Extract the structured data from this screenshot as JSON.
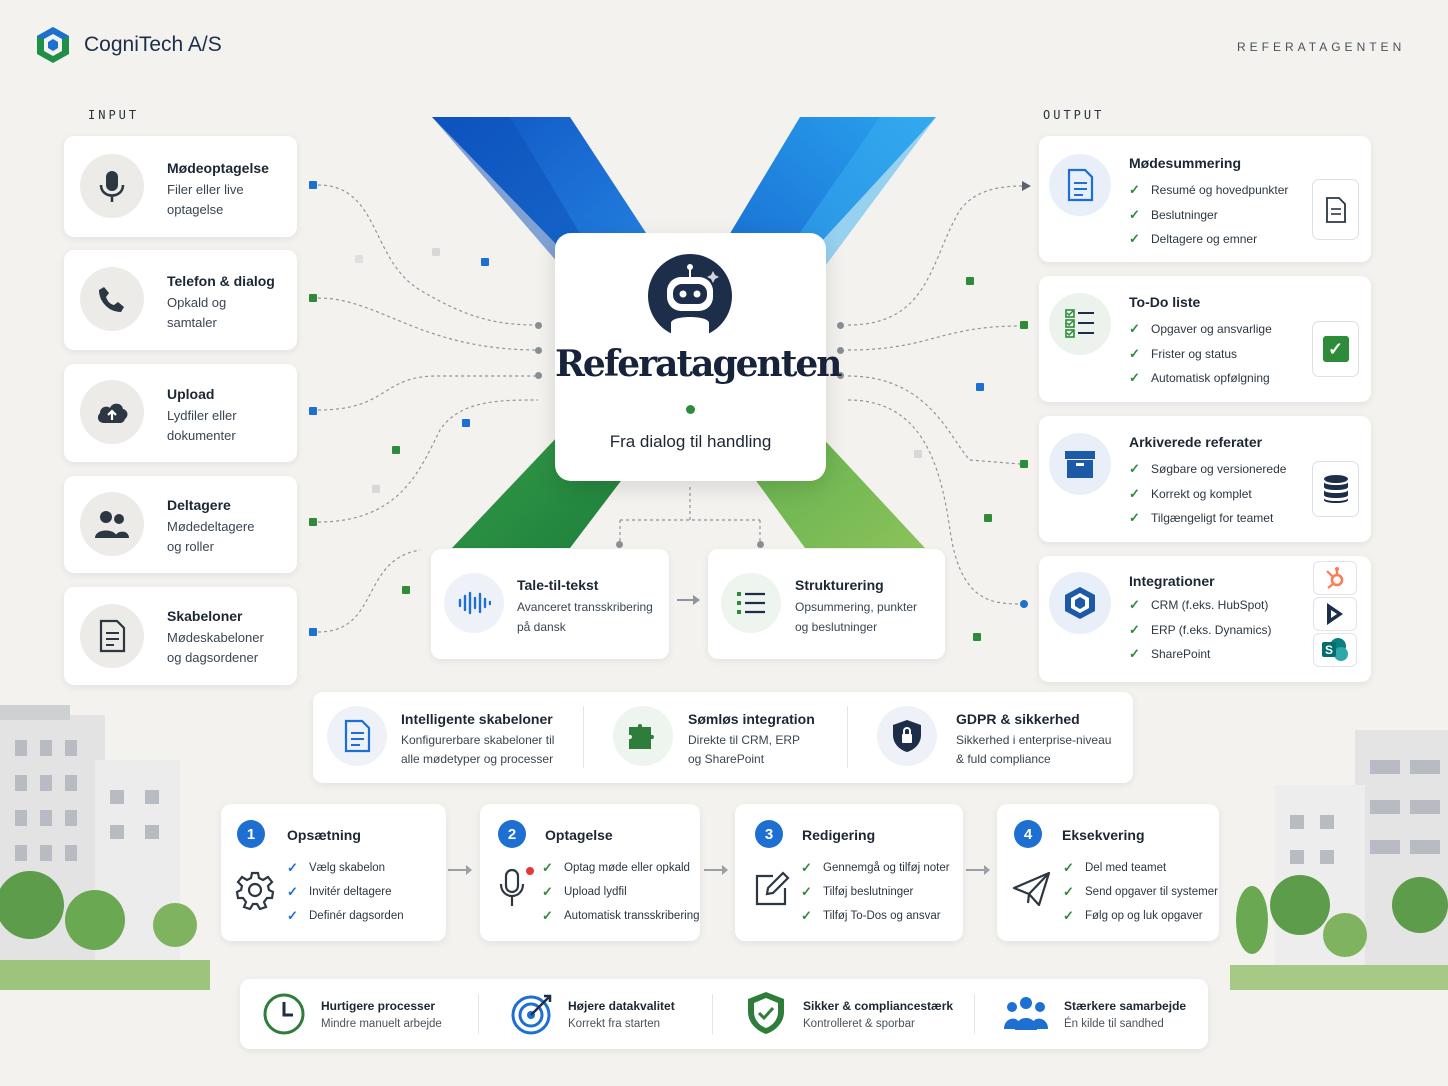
{
  "header": {
    "company": "CogniTech A/S",
    "tagline": "REFERATAGENTEN"
  },
  "input": {
    "label": "INPUT",
    "items": [
      {
        "title": "Mødeoptagelse",
        "desc": "Filer eller live\noptagelse",
        "icon": "microphone-icon"
      },
      {
        "title": "Telefon & dialog",
        "desc": "Opkald og\nsamtaler",
        "icon": "phone-icon"
      },
      {
        "title": "Upload",
        "desc": "Lydfiler eller\ndokumenter",
        "icon": "cloud-upload-icon"
      },
      {
        "title": "Deltagere",
        "desc": "Mødedeltagere\nog roller",
        "icon": "people-icon"
      },
      {
        "title": "Skabeloner",
        "desc": "Mødeskabeloner\nog dagsordener",
        "icon": "document-icon"
      }
    ]
  },
  "center": {
    "title": "Referatagenten",
    "subtitle": "Fra dialog til handling"
  },
  "process": [
    {
      "title": "Tale-til-tekst",
      "desc": "Avanceret transskribering\npå dansk"
    },
    {
      "title": "Strukturering",
      "desc": "Opsummering, punkter\nog beslutninger"
    }
  ],
  "output": {
    "label": "OUTPUT",
    "items": [
      {
        "title": "Mødesummering",
        "checks": [
          "Resumé og hovedpunkter",
          "Beslutninger",
          "Deltagere og emner"
        ]
      },
      {
        "title": "To-Do liste",
        "checks": [
          "Opgaver og ansvarlige",
          "Frister og status",
          "Automatisk opfølgning"
        ]
      },
      {
        "title": "Arkiverede referater",
        "checks": [
          "Søgbare og versionerede",
          "Korrekt og komplet",
          "Tilgængeligt for teamet"
        ]
      },
      {
        "title": "Integrationer",
        "checks": [
          "CRM (f.eks. HubSpot)",
          "ERP (f.eks. Dynamics)",
          "SharePoint"
        ]
      }
    ]
  },
  "features": [
    {
      "title": "Intelligente skabeloner",
      "desc": "Konfigurerbare skabeloner til\nalle mødetyper og processer"
    },
    {
      "title": "Sømløs integration",
      "desc": "Direkte til CRM, ERP\nog SharePoint"
    },
    {
      "title": "GDPR & sikkerhed",
      "desc": "Sikkerhed i enterprise-niveau\n& fuld compliance"
    }
  ],
  "steps": [
    {
      "num": "1",
      "title": "Opsætning",
      "checks": [
        "Vælg skabelon",
        "Invitér deltagere",
        "Definér dagsorden"
      ]
    },
    {
      "num": "2",
      "title": "Optagelse",
      "checks": [
        "Optag møde eller opkald",
        "Upload lydfil",
        "Automatisk transskribering"
      ]
    },
    {
      "num": "3",
      "title": "Redigering",
      "checks": [
        "Gennemgå og tilføj noter",
        "Tilføj beslutninger",
        "Tilføj To-Dos og ansvar"
      ]
    },
    {
      "num": "4",
      "title": "Eksekvering",
      "checks": [
        "Del med teamet",
        "Send opgaver til systemer",
        "Følg op og luk opgaver"
      ]
    }
  ],
  "benefits": [
    {
      "title": "Hurtigere processer",
      "desc": "Mindre manuelt arbejde"
    },
    {
      "title": "Højere datakvalitet",
      "desc": "Korrekt fra starten"
    },
    {
      "title": "Sikker & compliancestærk",
      "desc": "Kontrolleret & sporbar"
    },
    {
      "title": "Stærkere samarbejde",
      "desc": "Én kilde til sandhed"
    }
  ],
  "colors": {
    "blue": "#1d6fd1",
    "green": "#2e8b3a",
    "navy": "#1c2e4a"
  }
}
